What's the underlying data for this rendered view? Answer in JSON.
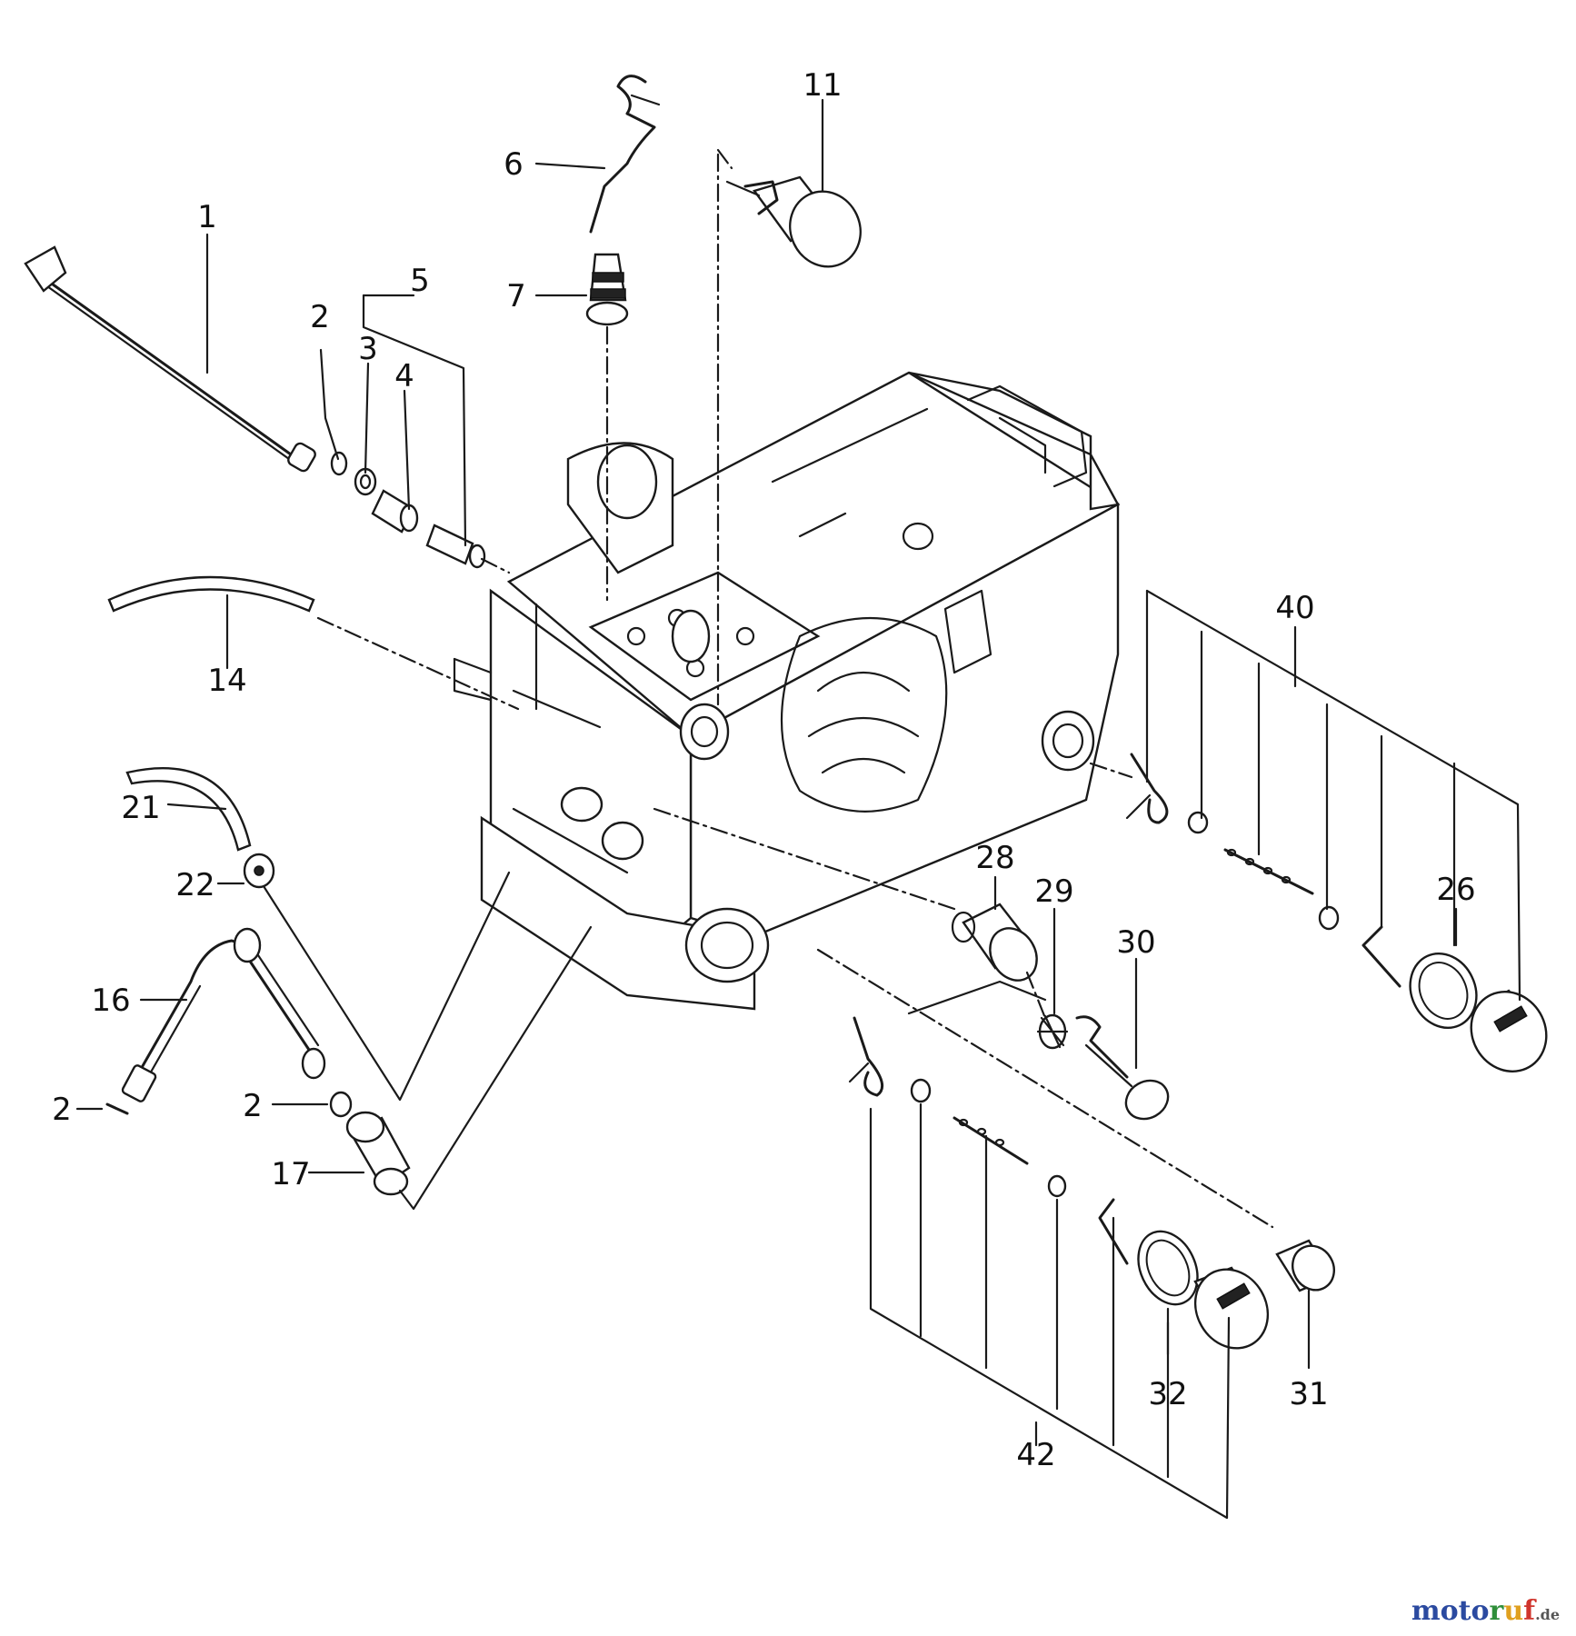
{
  "callouts": [
    {
      "id": "1",
      "text": "1"
    },
    {
      "id": "2a",
      "text": "2"
    },
    {
      "id": "3",
      "text": "3"
    },
    {
      "id": "4",
      "text": "4"
    },
    {
      "id": "5",
      "text": "5"
    },
    {
      "id": "6",
      "text": "6"
    },
    {
      "id": "7",
      "text": "7"
    },
    {
      "id": "11",
      "text": "11"
    },
    {
      "id": "14",
      "text": "14"
    },
    {
      "id": "21",
      "text": "21"
    },
    {
      "id": "22",
      "text": "22"
    },
    {
      "id": "16",
      "text": "16"
    },
    {
      "id": "2b",
      "text": "2"
    },
    {
      "id": "2c",
      "text": "2"
    },
    {
      "id": "17",
      "text": "17"
    },
    {
      "id": "28",
      "text": "28"
    },
    {
      "id": "29",
      "text": "29"
    },
    {
      "id": "30",
      "text": "30"
    },
    {
      "id": "40",
      "text": "40"
    },
    {
      "id": "26",
      "text": "26"
    },
    {
      "id": "42",
      "text": "42"
    },
    {
      "id": "32",
      "text": "32"
    },
    {
      "id": "31",
      "text": "31"
    }
  ],
  "watermark": {
    "part1": "moto",
    "part2": "ruf",
    "suffix": ".de",
    "colors": {
      "moto": "#2b4aa0",
      "r": "#2f8f3a",
      "u": "#e0a020",
      "f": "#d0342c",
      "suffix": "#555555"
    }
  }
}
